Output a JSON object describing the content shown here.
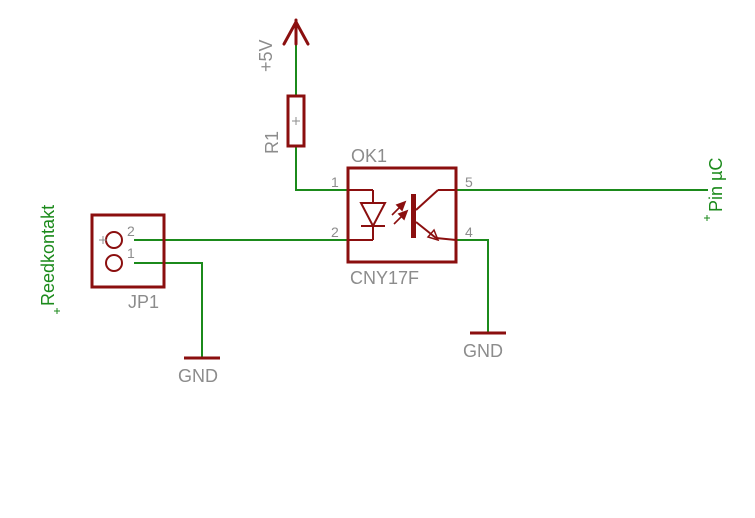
{
  "schematic": {
    "supply": {
      "label": "+5V"
    },
    "resistor": {
      "ref": "R1"
    },
    "optocoupler": {
      "ref": "OK1",
      "part": "CNY17F",
      "pins": {
        "p1": "1",
        "p2": "2",
        "p4": "4",
        "p5": "5"
      }
    },
    "connector": {
      "ref": "JP1",
      "pins": {
        "p1": "1",
        "p2": "2"
      }
    },
    "ground_left": {
      "label": "GND"
    },
    "ground_right": {
      "label": "GND"
    },
    "net_reed": {
      "label": "Reedkontakt"
    },
    "net_pin": {
      "label": "Pin µC"
    }
  },
  "colors": {
    "wire": "#1b8a1b",
    "component": "#8b0f0f",
    "text_gray": "#8c8c8c",
    "net_label": "#1b8a1b"
  }
}
